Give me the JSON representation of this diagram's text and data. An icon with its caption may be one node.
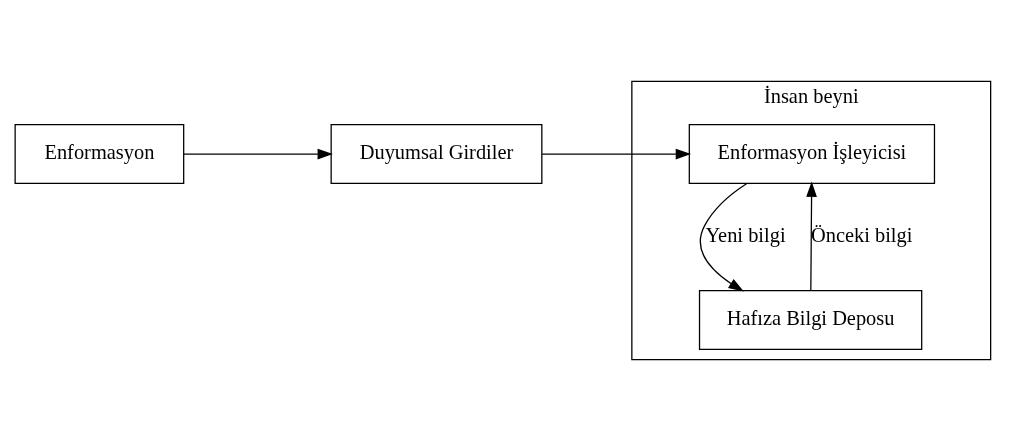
{
  "diagram": {
    "nodes": [
      {
        "text": [
          "Enformasyon"
        ]
      },
      {
        "text": [
          "Duyumsal Girdiler"
        ]
      },
      {
        "text": [
          "İnsan beyni"
        ]
      },
      {
        "text": [
          "Enformasyon İşleyicisi"
        ],
        "in": 2
      },
      {
        "text": [
          "Hafıza Bilgi Deposu"
        ],
        "in": 2
      }
    ],
    "edges": [
      {
        "from": 0,
        "to": 1,
        "arrow": "to"
      },
      {
        "from": 1,
        "to": 3,
        "arrow": "to"
      },
      {
        "from": 3,
        "to": 4,
        "arrow": "to",
        "label": "Yeni bilgi"
      },
      {
        "from": 4,
        "to": 3,
        "arrow": "to",
        "label": "Önceki bilgi"
      }
    ]
  }
}
